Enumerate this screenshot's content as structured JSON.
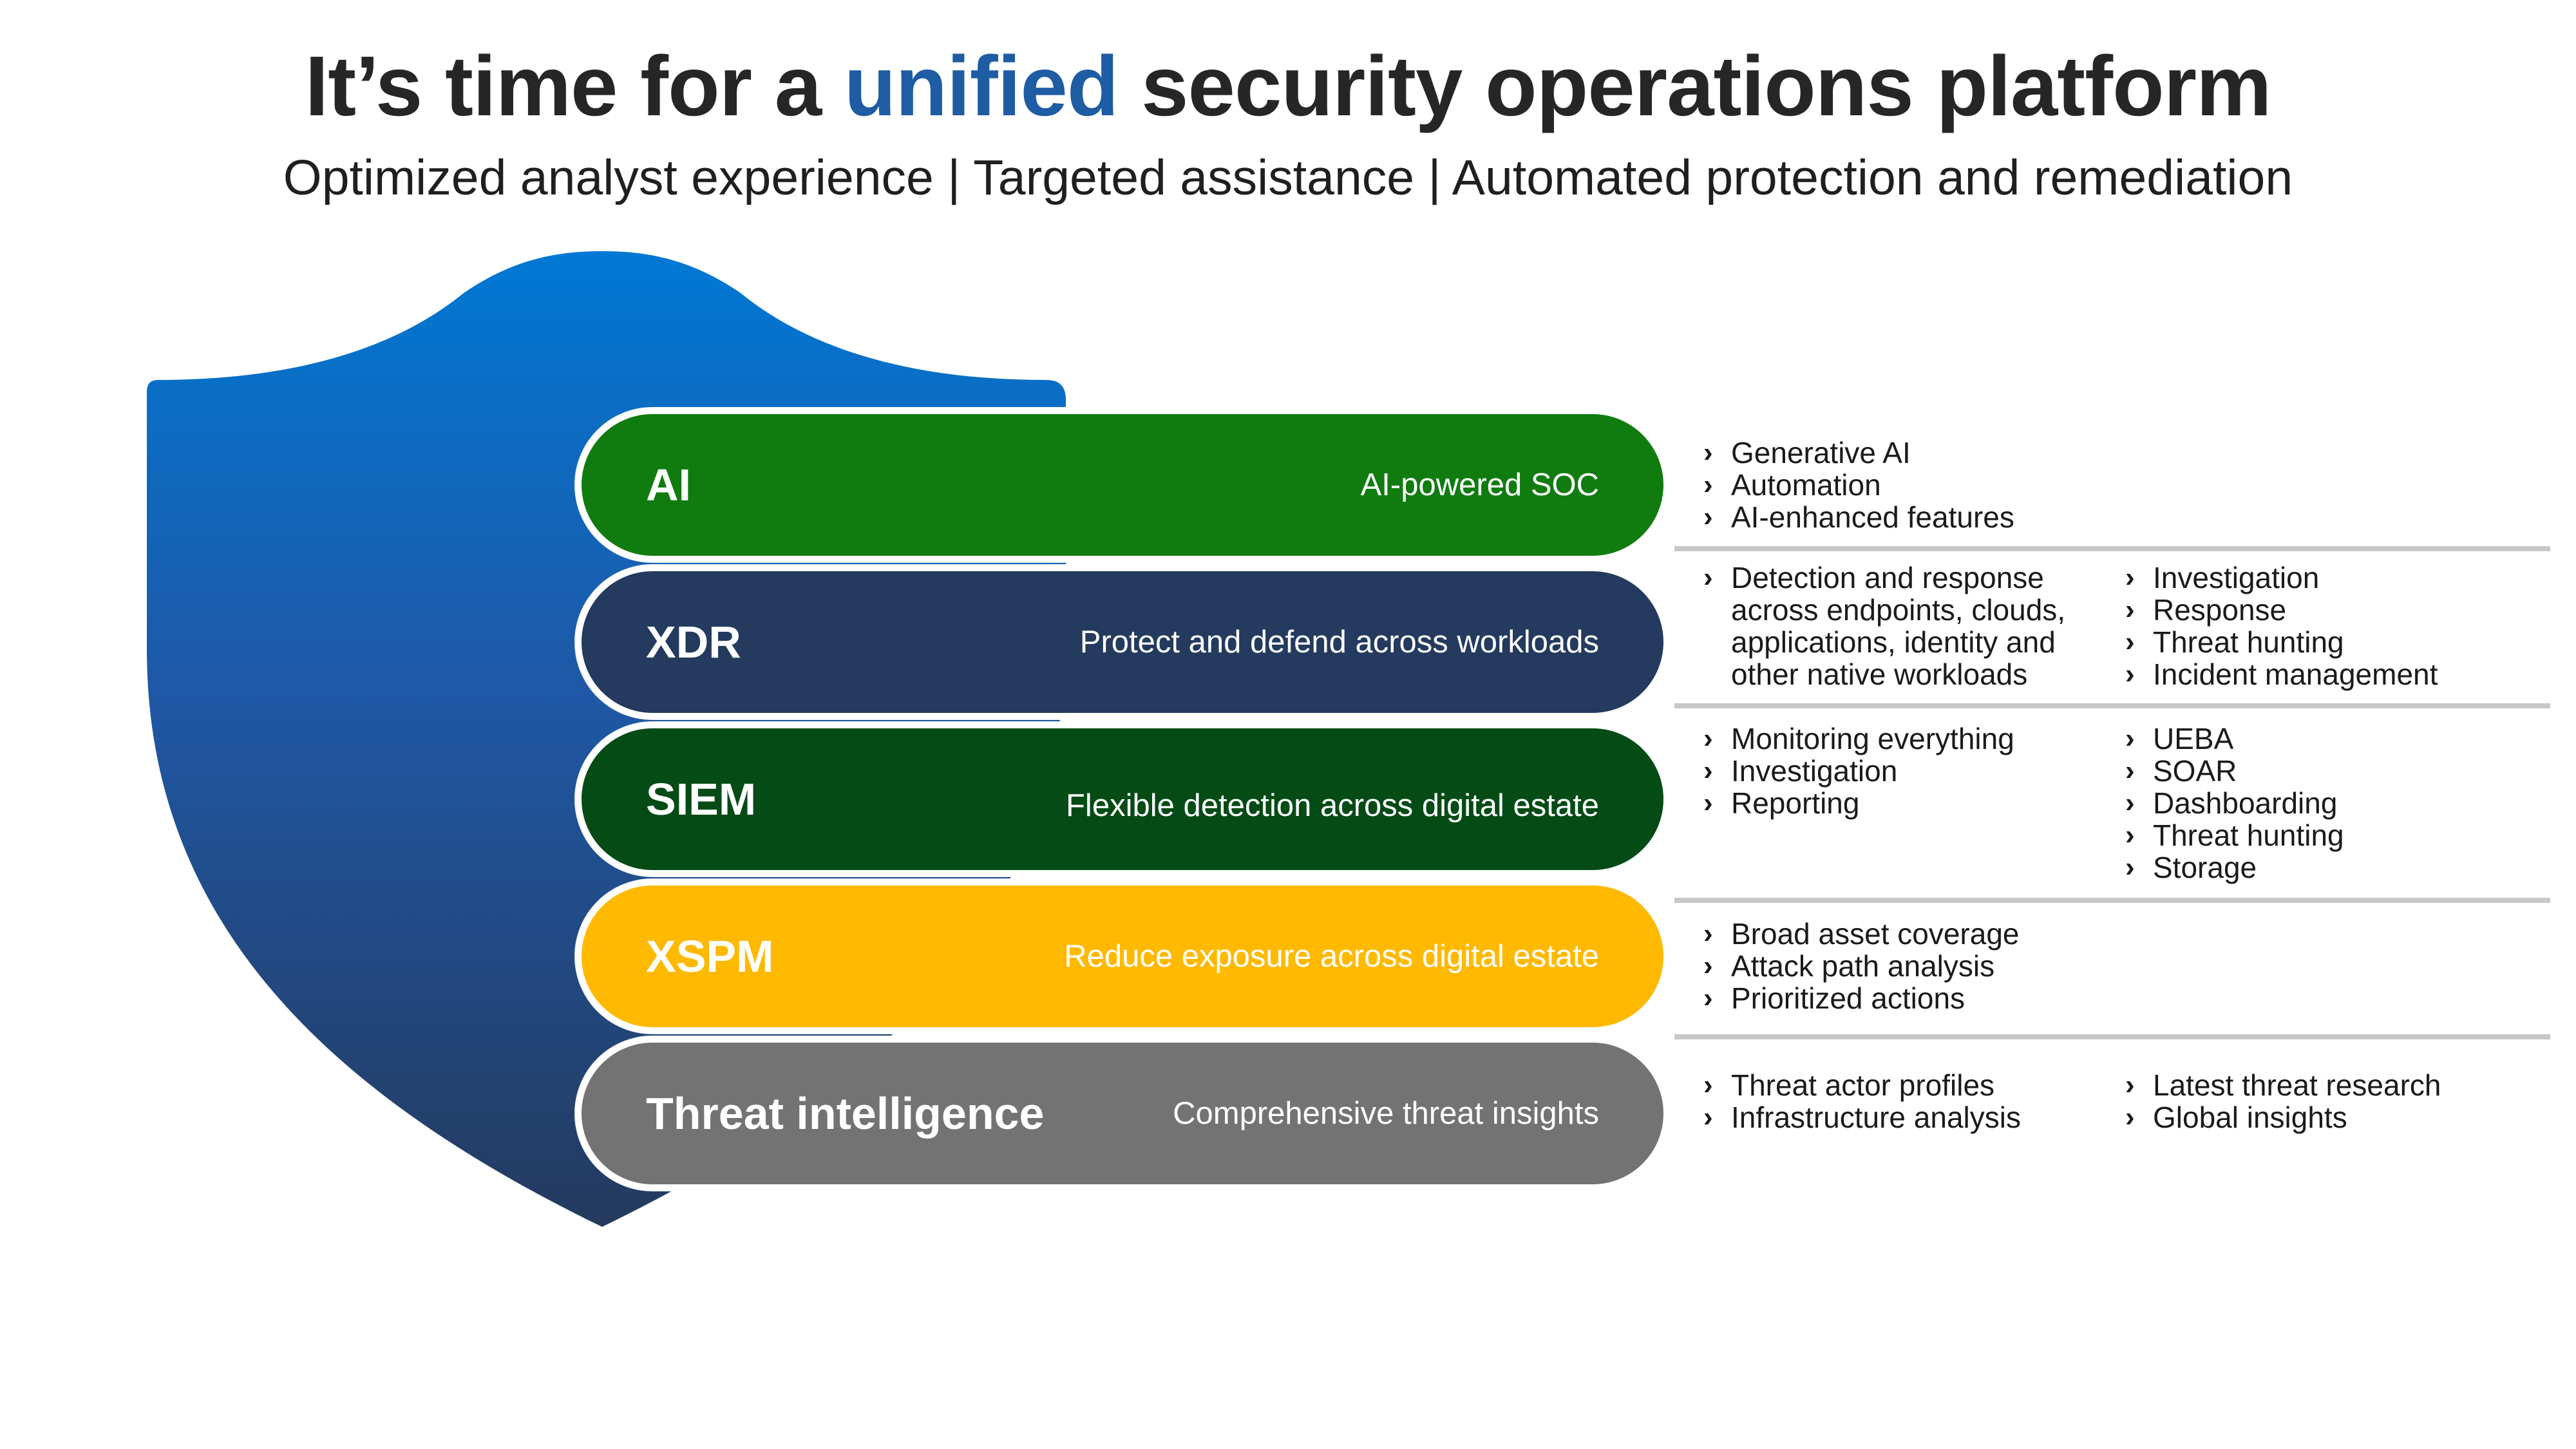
{
  "header": {
    "title_pre": "It’s time for a ",
    "title_accent": "unified",
    "title_post": " security operations platform",
    "subtitle": "Optimized analyst experience | Targeted assistance | Automated protection and remediation"
  },
  "colors": {
    "accent": "#1e5ca3",
    "shield_top": "#0078d4",
    "shield_bottom": "#243a5e",
    "ai": "#107c10",
    "xdr": "#243a5e",
    "siem": "#054b16",
    "xspm": "#ffb900",
    "threat_intelligence": "#737373",
    "divider": "#c8c8c8"
  },
  "layers": [
    {
      "name": "AI",
      "description": "AI-powered SOC",
      "col1": [
        "Generative AI",
        "Automation",
        "AI-enhanced features"
      ],
      "col2": []
    },
    {
      "name": "XDR",
      "description": "Protect and defend across workloads",
      "col1": [
        "Detection and response",
        "across endpoints, clouds,",
        "applications, identity and",
        "other native workloads"
      ],
      "col2": [
        "Investigation",
        "Response",
        "Threat hunting",
        "Incident management"
      ]
    },
    {
      "name": "SIEM",
      "description": "Flexible detection across digital estate",
      "col1": [
        "Monitoring everything",
        "Investigation",
        "Reporting"
      ],
      "col2": [
        "UEBA",
        "SOAR",
        "Dashboarding",
        "Threat hunting",
        "Storage"
      ]
    },
    {
      "name": "XSPM",
      "description": "Reduce exposure across digital estate",
      "col1": [
        "Broad asset coverage",
        "Attack path analysis",
        "Prioritized actions"
      ],
      "col2": []
    },
    {
      "name": "Threat intelligence",
      "description": "Comprehensive threat insights",
      "col1": [
        "Threat actor profiles",
        "Infrastructure analysis"
      ],
      "col2": [
        "Latest threat research",
        "Global insights"
      ]
    }
  ],
  "icons": {
    "shield": "shield-icon",
    "bullet": "chevron-right-icon"
  }
}
